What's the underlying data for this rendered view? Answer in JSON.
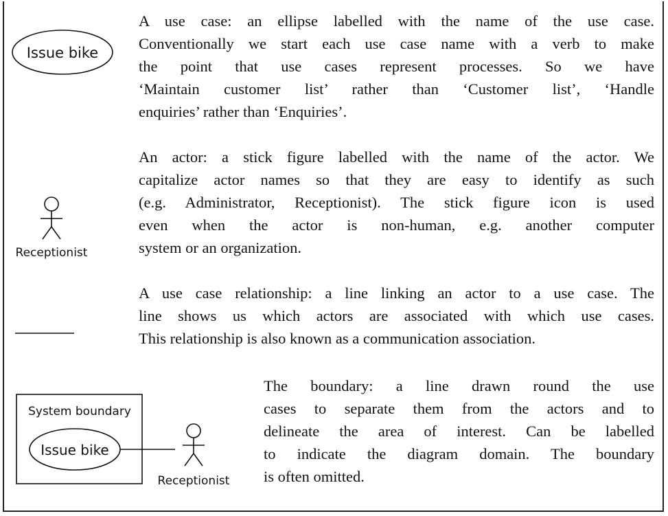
{
  "rows": [
    {
      "symbol": {
        "type": "use-case",
        "label": "Issue bike"
      },
      "lines": [
        "A use case: an ellipse labelled with the name of the use case.",
        "Conventionally we start each use case name with a verb to make",
        "the point that use cases represent processes. So we have",
        "‘Maintain customer list’ rather than ‘Customer list’, ‘Handle",
        "enquiries’ rather than ‘Enquiries’."
      ]
    },
    {
      "symbol": {
        "type": "actor",
        "label": "Receptionist"
      },
      "lines": [
        "An actor: a stick figure labelled with the name of the actor. We",
        "capitalize actor names so that they are easy to identify as such",
        "(e.g. Administrator, Receptionist). The stick figure icon is used",
        "even when the actor is non-human, e.g. another computer",
        "system or an organization."
      ]
    },
    {
      "symbol": {
        "type": "association-line"
      },
      "lines": [
        "A use case relationship: a line linking an actor to a use case. The",
        "line shows us which actors are associated with which use cases.",
        "This relationship is also known as a communication association."
      ]
    },
    {
      "symbol": {
        "type": "system-boundary",
        "boundary_label": "System boundary",
        "use_case_label": "Issue bike",
        "actor_label": "Receptionist"
      },
      "lines": [
        "The boundary: a line drawn round the use",
        "cases to separate them from the actors and to",
        "delineate the area of interest. Can be labelled",
        "to indicate the diagram domain. The boundary",
        "is often omitted."
      ]
    }
  ]
}
